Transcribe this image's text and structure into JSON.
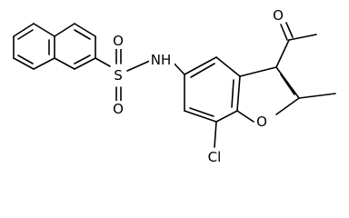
{
  "molecule": {
    "description_labels": {
      "sulfur": "S",
      "oxygen_top": "O",
      "oxygen_bottom": "O",
      "nitrogen_h": "NH",
      "ring_oxygen": "O",
      "acetyl_oxygen": "O",
      "chlorine": "Cl"
    }
  }
}
